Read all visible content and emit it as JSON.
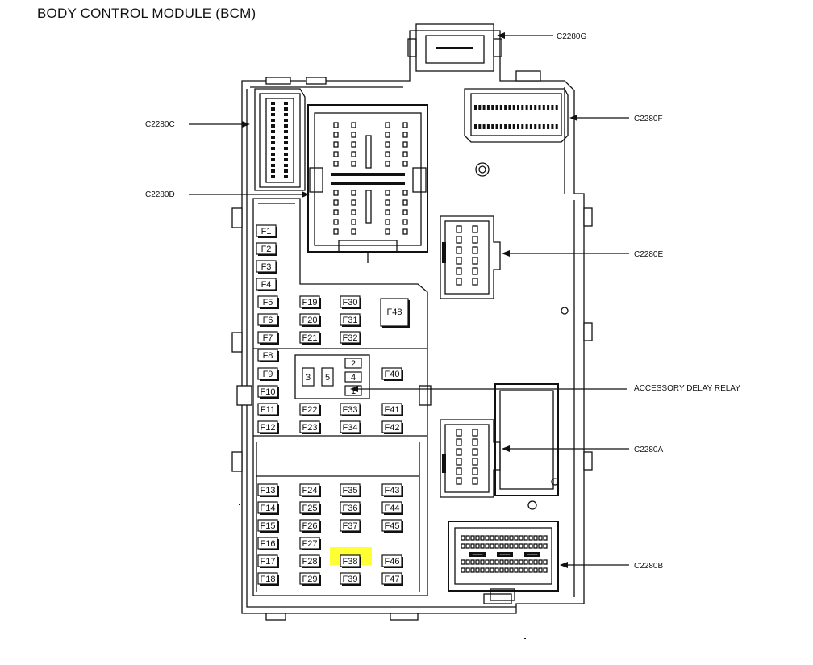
{
  "title": "BODY CONTROL MODULE (BCM)",
  "fuses": {
    "F1": "F1",
    "F2": "F2",
    "F3": "F3",
    "F4": "F4",
    "F5": "F5",
    "F6": "F6",
    "F7": "F7",
    "F8": "F8",
    "F9": "F9",
    "F10": "F10",
    "F11": "F11",
    "F12": "F12",
    "F13": "F13",
    "F14": "F14",
    "F15": "F15",
    "F16": "F16",
    "F17": "F17",
    "F18": "F18",
    "F19": "F19",
    "F20": "F20",
    "F21": "F21",
    "F22": "F22",
    "F23": "F23",
    "F24": "F24",
    "F25": "F25",
    "F26": "F26",
    "F27": "F27",
    "F28": "F28",
    "F29": "F29",
    "F30": "F30",
    "F31": "F31",
    "F32": "F32",
    "F33": "F33",
    "F34": "F34",
    "F35": "F35",
    "F36": "F36",
    "F37": "F37",
    "F38": "F38",
    "F39": "F39",
    "F40": "F40",
    "F41": "F41",
    "F42": "F42",
    "F43": "F43",
    "F44": "F44",
    "F45": "F45",
    "F46": "F46",
    "F47": "F47",
    "F48": "F48"
  },
  "relay_pins": {
    "p1": "1",
    "p2": "2",
    "p3": "3",
    "p4": "4",
    "p5": "5"
  },
  "callouts": {
    "c2280g": "C2280G",
    "c2280c": "C2280C",
    "c2280f": "C2280F",
    "c2280d": "C2280D",
    "c2280e": "C2280E",
    "accessory_delay_relay": "ACCESSORY DELAY RELAY",
    "c2280a": "C2280A",
    "c2280b": "C2280B"
  },
  "highlight": {
    "fuse": "F38",
    "color": "#ffff33"
  }
}
